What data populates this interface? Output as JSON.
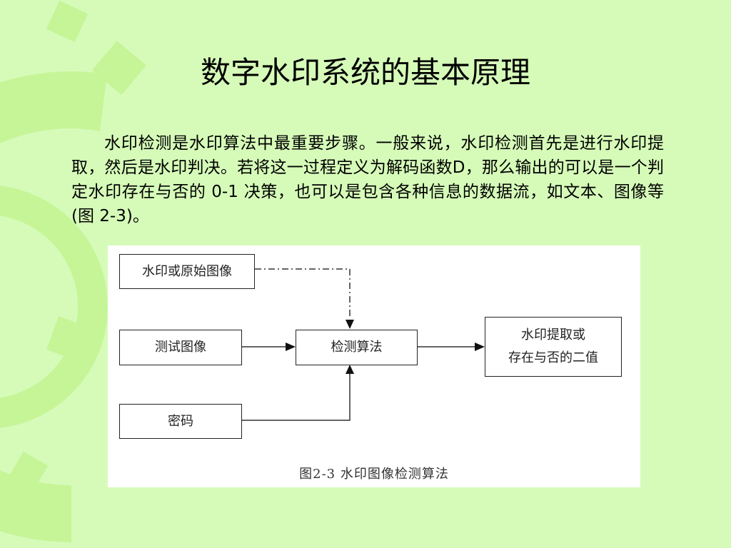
{
  "slide": {
    "title": "数字水印系统的基本原理",
    "paragraph": "水印检测是水印算法中最重要步骤。一般来说，水印检测首先是进行水印提取，然后是水印判决。若将这一过程定义为解码函数D，那么输出的可以是一个判定水印存在与否的 0-1 决策，也可以是包含各种信息的数据流，如文本、图像等(图 2-3)。"
  },
  "diagram": {
    "nodes": {
      "source": "水印或原始图像",
      "test_image": "测试图像",
      "key": "密码",
      "detector": "检测算法",
      "output_line1": "水印提取或",
      "output_line2": "存在与否的二值"
    },
    "caption": "图2-3  水印图像检测算法"
  },
  "colors": {
    "background": "#d6fbb9",
    "decoration": "#c6f598",
    "figure_background": "#ffffff"
  }
}
